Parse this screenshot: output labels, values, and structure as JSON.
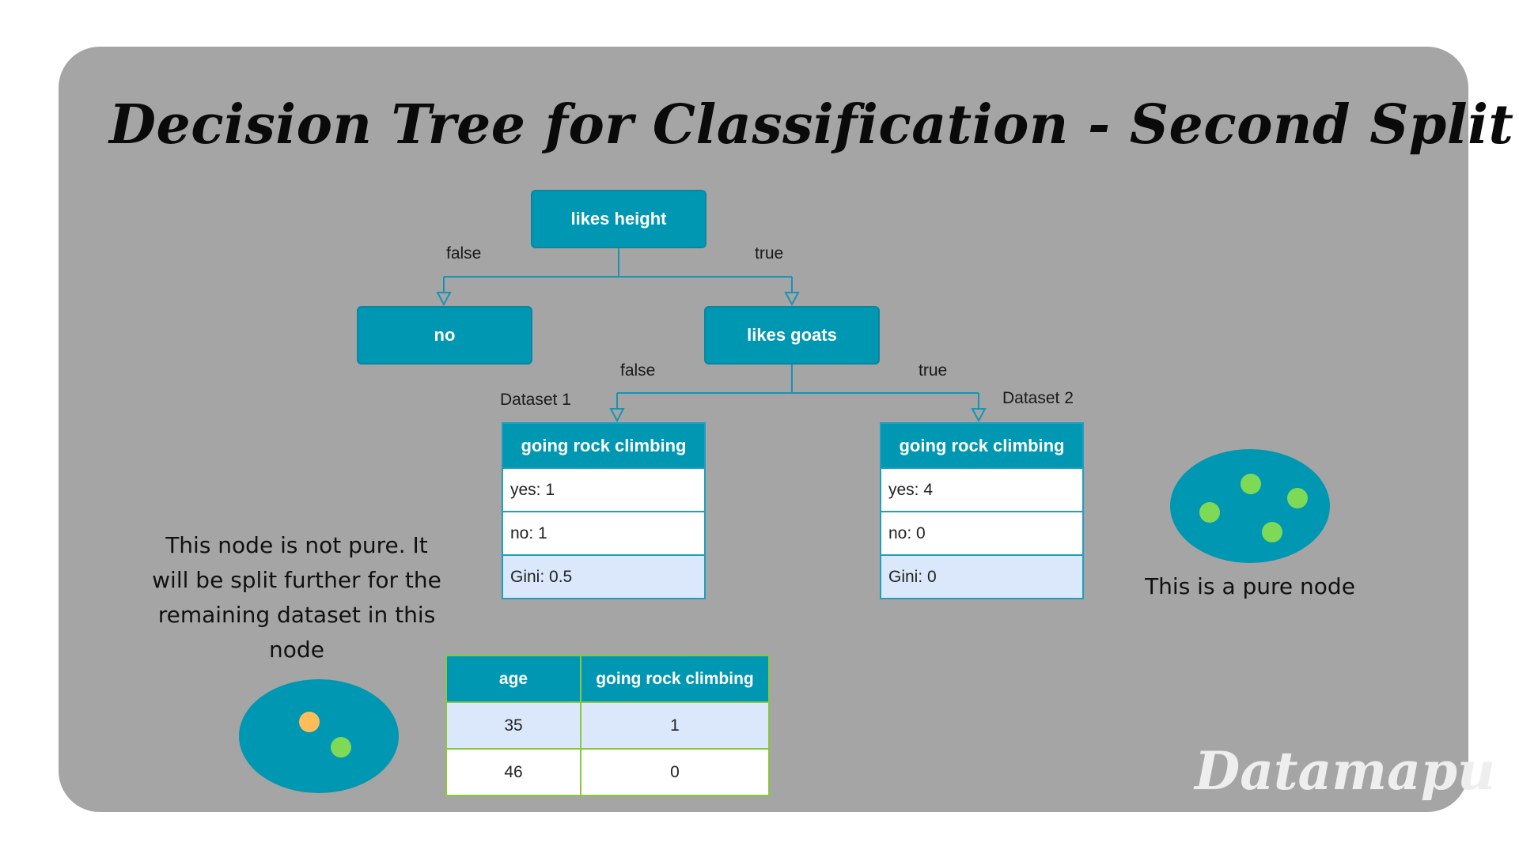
{
  "title": "Decision Tree for Classification - Second Split",
  "tree": {
    "root": {
      "label": "likes height"
    },
    "root_false_label": "false",
    "root_true_label": "true",
    "leaf_no": {
      "label": "no"
    },
    "node_goats": {
      "label": "likes goats"
    },
    "goats_false_label": "false",
    "goats_true_label": "true",
    "dataset1": {
      "caption": "Dataset 1",
      "header": "going rock climbing",
      "yes": "yes: 1",
      "no": "no: 1",
      "gini": "Gini: 0.5"
    },
    "dataset2": {
      "caption": "Dataset 2",
      "header": "going rock climbing",
      "yes": "yes: 4",
      "no": "no: 0",
      "gini": "Gini: 0"
    }
  },
  "notes": {
    "not_pure": "This node is not pure. It will be split further for the remaining dataset in this node",
    "pure": "This is a pure node"
  },
  "data_table": {
    "columns": [
      "age",
      "going rock climbing"
    ],
    "rows": [
      [
        "35",
        "1"
      ],
      [
        "46",
        "0"
      ]
    ]
  },
  "colors": {
    "node": "#0097b2",
    "background": "#a5a5a5",
    "dot_green": "#7ed957",
    "dot_orange": "#ffbd59"
  },
  "watermark": "Datamapu"
}
